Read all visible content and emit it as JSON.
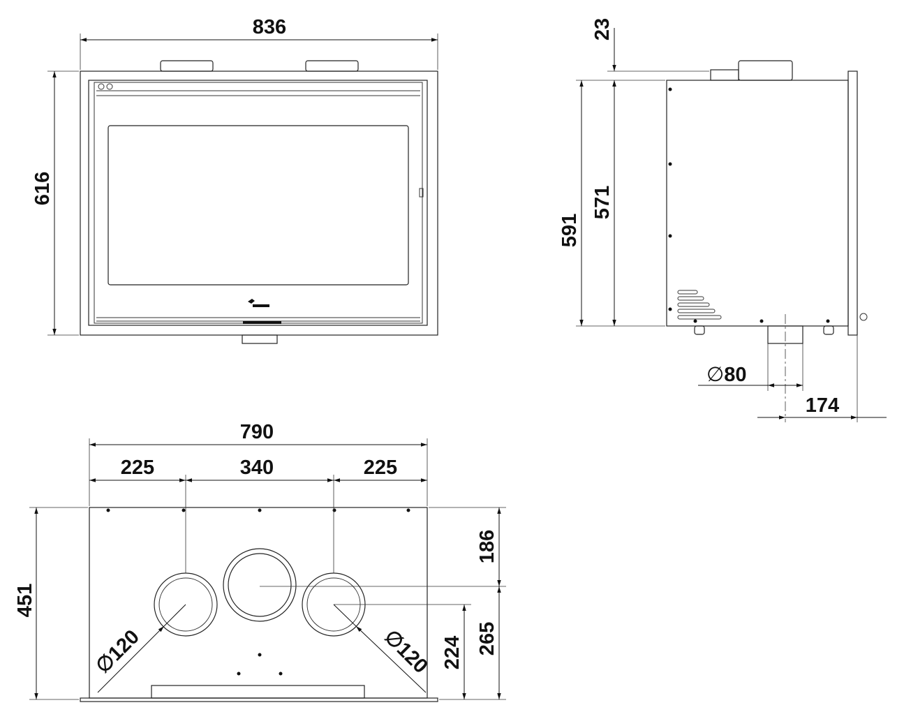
{
  "front_view": {
    "width_label": "836",
    "height_label": "616"
  },
  "side_view": {
    "top_offset_label": "23",
    "body_height_label": "571",
    "total_height_label": "591",
    "flue_diameter_label": "80",
    "flue_offset_label": "174",
    "diameter_symbol": "∅"
  },
  "bottom_view": {
    "width_label": "790",
    "left_spacing_label": "225",
    "center_spacing_label": "340",
    "right_spacing_label": "225",
    "depth_label": "451",
    "front_to_center_label": "186",
    "rear_to_center_label": "265",
    "rear_to_side_ducts_label": "224",
    "left_duct_label": "∅120",
    "right_duct_label": "∅120"
  }
}
